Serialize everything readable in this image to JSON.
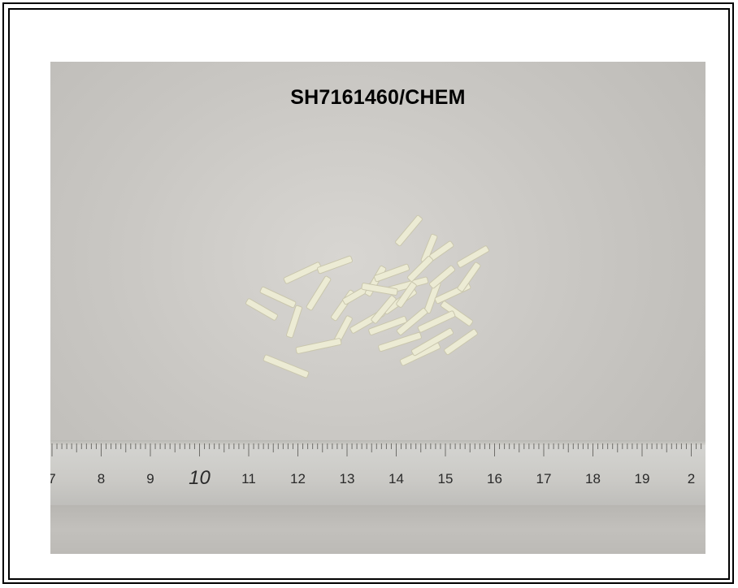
{
  "caption": "SH7161460/CHEM",
  "ruler": {
    "labels": [
      "7",
      "8",
      "9",
      "10",
      "11",
      "12",
      "13",
      "14",
      "15",
      "16",
      "17",
      "18",
      "19",
      "2"
    ]
  },
  "colors": {
    "background": "#c9c7c3",
    "sticks": "#ecebd4",
    "frame": "#000000"
  }
}
